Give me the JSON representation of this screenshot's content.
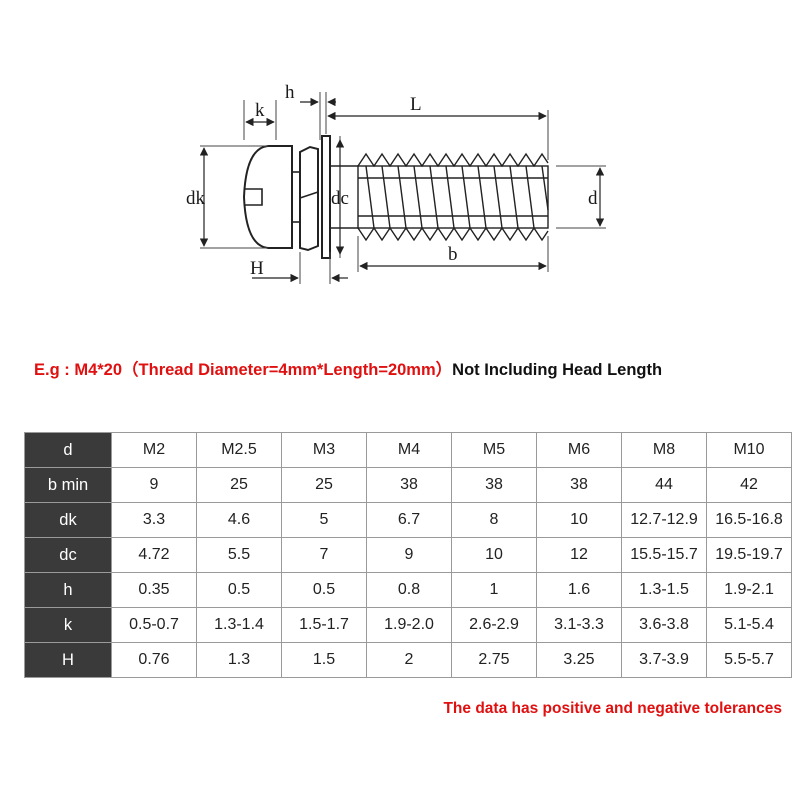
{
  "diagram": {
    "labels": {
      "k": "k",
      "h": "h",
      "L": "L",
      "dk": "dk",
      "dc": "dc",
      "d": "d",
      "H": "H",
      "b": "b"
    }
  },
  "example": {
    "prefix": "E.g : ",
    "size": "M4*20",
    "detail": "（Thread Diameter=4mm*Length=20mm）",
    "suffix": "Not Including Head Length"
  },
  "table": {
    "rows": [
      {
        "label": "d",
        "values": [
          "M2",
          "M2.5",
          "M3",
          "M4",
          "M5",
          "M6",
          "M8",
          "M10"
        ]
      },
      {
        "label": "b min",
        "values": [
          "9",
          "25",
          "25",
          "38",
          "38",
          "38",
          "44",
          "42"
        ]
      },
      {
        "label": "dk",
        "values": [
          "3.3",
          "4.6",
          "5",
          "6.7",
          "8",
          "10",
          "12.7-12.9",
          "16.5-16.8"
        ]
      },
      {
        "label": "dc",
        "values": [
          "4.72",
          "5.5",
          "7",
          "9",
          "10",
          "12",
          "15.5-15.7",
          "19.5-19.7"
        ]
      },
      {
        "label": "h",
        "values": [
          "0.35",
          "0.5",
          "0.5",
          "0.8",
          "1",
          "1.6",
          "1.3-1.5",
          "1.9-2.1"
        ]
      },
      {
        "label": "k",
        "values": [
          "0.5-0.7",
          "1.3-1.4",
          "1.5-1.7",
          "1.9-2.0",
          "2.6-2.9",
          "3.1-3.3",
          "3.6-3.8",
          "5.1-5.4"
        ]
      },
      {
        "label": "H",
        "values": [
          "0.76",
          "1.3",
          "1.5",
          "2",
          "2.75",
          "3.25",
          "3.7-3.9",
          "5.5-5.7"
        ]
      }
    ]
  },
  "note": "The data has positive and negative tolerances",
  "colors": {
    "accent_red": "#e01010",
    "header_dark": "#3a3a3a",
    "line": "#222222"
  }
}
